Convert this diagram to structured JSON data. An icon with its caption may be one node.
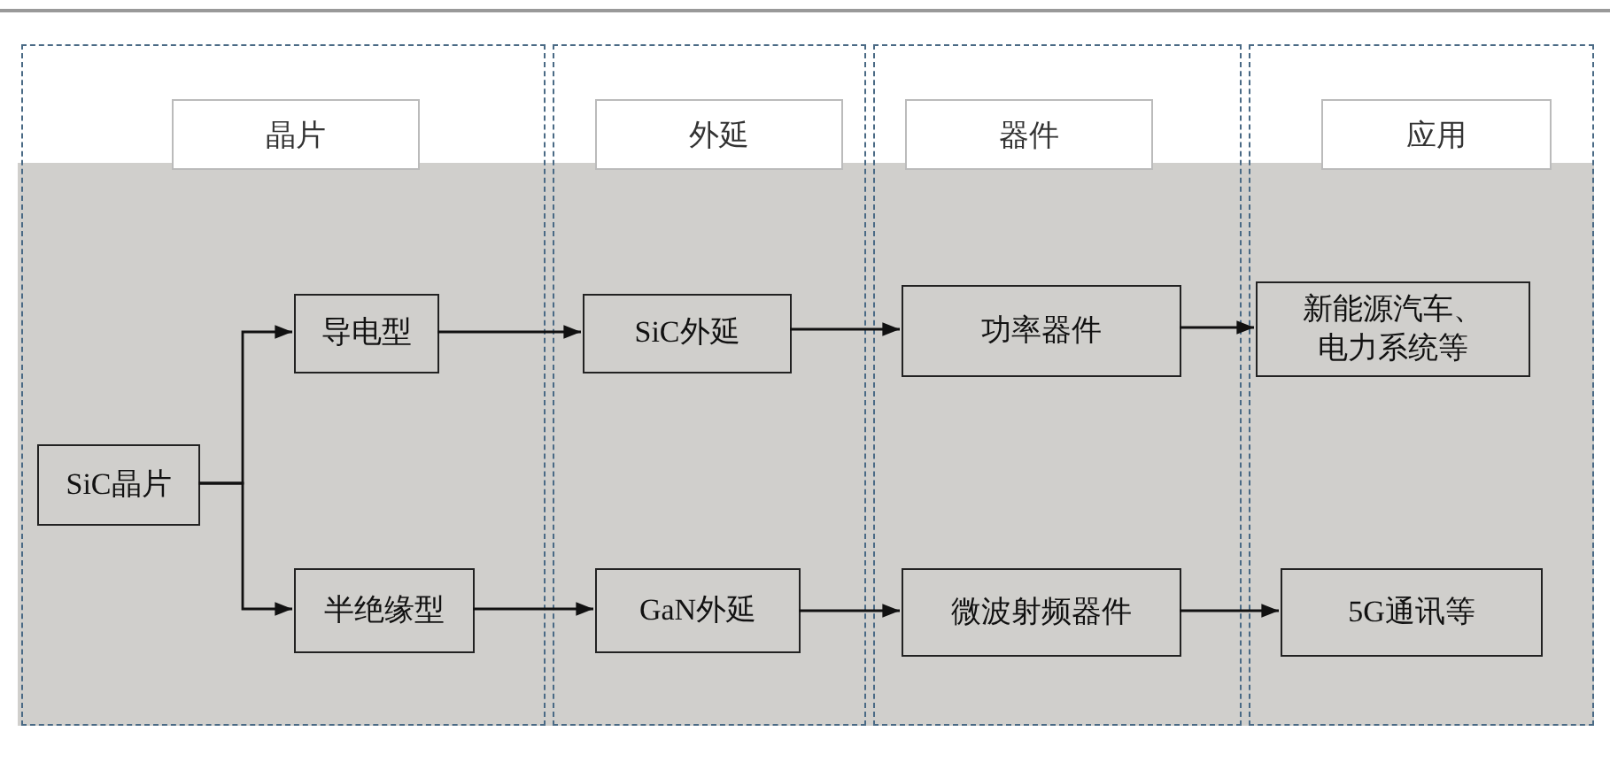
{
  "diagram": {
    "nodes": [
      {
        "text": [],
        "shape": "box"
      },
      {
        "text": [],
        "shape": "box"
      },
      {
        "text": [],
        "shape": "box"
      },
      {
        "text": [],
        "shape": "box"
      },
      {
        "text": [
          "晶片"
        ],
        "in": 0
      },
      {
        "text": [
          "外延"
        ],
        "in": 1
      },
      {
        "text": [
          "器件"
        ],
        "in": 2
      },
      {
        "text": [
          "应用"
        ],
        "in": 3
      },
      {
        "text": [
          "SiC晶片"
        ],
        "in": 0
      },
      {
        "text": [
          "导电型"
        ],
        "in": 0
      },
      {
        "text": [
          "半绝缘型"
        ],
        "in": 0
      },
      {
        "text": [
          "SiC外延"
        ],
        "in": 1
      },
      {
        "text": [
          "GaN外延"
        ],
        "in": 1
      },
      {
        "text": [
          "功率器件"
        ],
        "in": 2
      },
      {
        "text": [
          "微波射频器件"
        ],
        "in": 2
      },
      {
        "text": [
          "新能源汽车、电力系统等"
        ],
        "in": 3
      },
      {
        "text": [
          "5G通讯等"
        ],
        "in": 3
      }
    ],
    "edges": [
      {
        "from": 8,
        "to": 9,
        "arrow": "to"
      },
      {
        "from": 8,
        "to": 10,
        "arrow": "to"
      },
      {
        "from": 9,
        "to": 11,
        "arrow": "to"
      },
      {
        "from": 11,
        "to": 13,
        "arrow": "to"
      },
      {
        "from": 13,
        "to": 15,
        "arrow": "to"
      },
      {
        "from": 10,
        "to": 12,
        "arrow": "to"
      },
      {
        "from": 12,
        "to": 14,
        "arrow": "to"
      },
      {
        "from": 14,
        "to": 16,
        "arrow": "to"
      }
    ]
  }
}
